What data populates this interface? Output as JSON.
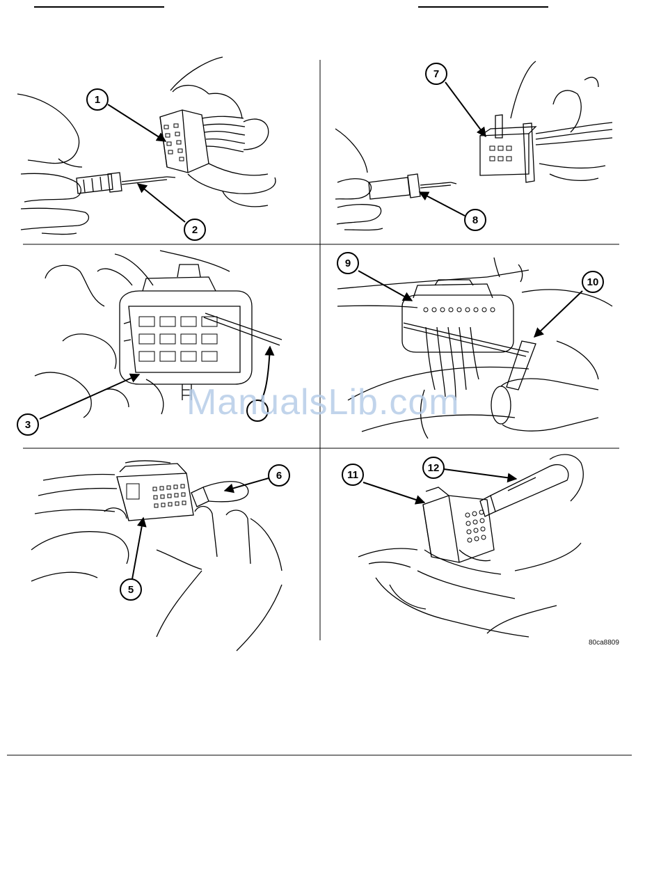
{
  "figure": {
    "code": "80ca8809",
    "watermark": "ManualsLib.com",
    "callouts": [
      "1",
      "2",
      "3",
      "",
      "5",
      "6",
      "7",
      "8",
      "9",
      "10",
      "11",
      "12"
    ]
  },
  "colors": {
    "ink": "#000000",
    "paper": "#ffffff",
    "watermark": "#b7cde8"
  }
}
